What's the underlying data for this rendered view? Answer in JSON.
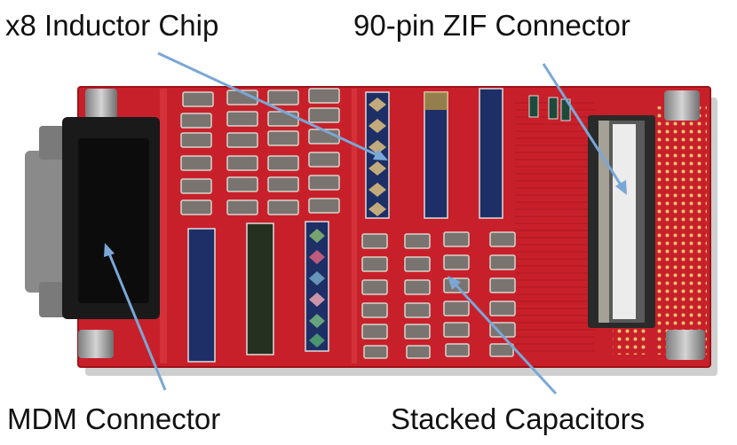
{
  "captions": {
    "top_left": "x8 Inductor Chip",
    "top_right": "90-pin ZIF Connector",
    "bottom_left": "MDM Connector",
    "bottom_right": "Stacked Capacitors"
  },
  "colors": {
    "pcb_red": "#c8202a",
    "pcb_dark_red": "#9e1219",
    "arrow_blue": "#7aa7d6",
    "connector_black": "#1a1a1a",
    "zif_white": "#ececec",
    "capacitor_grey": "#7a7470",
    "inductor_navy": "#1d2f66",
    "standoff_metal": "#a8a8a8"
  }
}
